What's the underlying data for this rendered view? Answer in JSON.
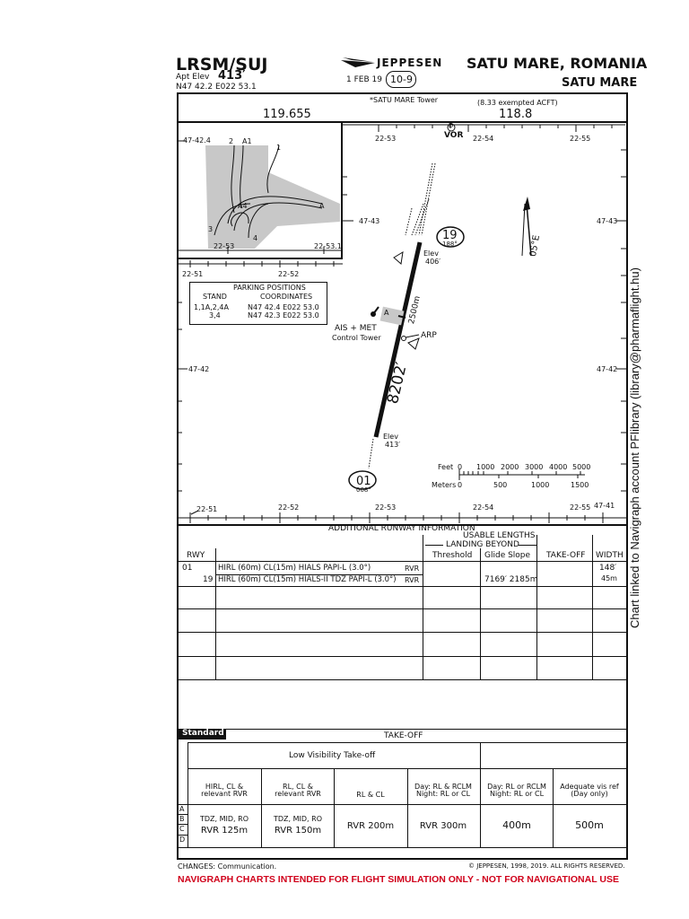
{
  "header": {
    "icao": "LRSM/SUJ",
    "apt_elev_label": "Apt Elev",
    "apt_elev": "413′",
    "coords": "N47 42.2  E022 53.1",
    "publisher": "JEPPESEN",
    "date": "1 FEB 19",
    "chart_no": "10-9",
    "city": "SATU MARE, ROMANIA",
    "airport": "SATU MARE"
  },
  "freq_bar": {
    "left_freq": "119.655",
    "tower_label": "*SATU MARE Tower",
    "exempt_label": "(8.33 exempted ACFT)",
    "tower_freq": "118.8"
  },
  "inset": {
    "lat_label": "47-42.4",
    "lon_left": "22-53",
    "lon_right": "22-53.1",
    "labels": [
      "2",
      "A1",
      "1",
      "A4",
      "A",
      "3",
      "4"
    ]
  },
  "map": {
    "top_lons": [
      "22-53",
      "22-54",
      "22-55"
    ],
    "mid_lons": [
      "22-51",
      "22-52"
    ],
    "bottom_lons": [
      "22-51",
      "22-52",
      "22-53",
      "22-54",
      "22-55",
      "47-41"
    ],
    "lats_right": [
      "47-43",
      "47-42"
    ],
    "lats_left": [
      "47-43",
      "47-42"
    ],
    "vor_label": "VOR",
    "vor_code": "D",
    "var": "05°E",
    "rwy19": "19",
    "rwy19_hdg": "188°",
    "rwy01": "01",
    "rwy01_hdg": "008°",
    "elev19_label": "Elev",
    "elev19": "406′",
    "elev01_label": "Elev",
    "elev01": "413′",
    "length_ft": "8202′",
    "length_m": "2500m",
    "arp": "ARP",
    "apron": "A",
    "ais": "AIS + MET",
    "control_tower": "Control Tower",
    "scale_feet_label": "Feet",
    "scale_feet": [
      "0",
      "1000",
      "2000",
      "3000",
      "4000",
      "5000"
    ],
    "scale_m_label": "Meters",
    "scale_m": [
      "0",
      "500",
      "1000",
      "1500"
    ]
  },
  "parking": {
    "title": "PARKING POSITIONS",
    "col_stand": "STAND",
    "col_coords": "COORDINATES",
    "rows": [
      {
        "stand": "1,1A,2,4A",
        "coords": "N47 42.4   E022 53.0"
      },
      {
        "stand": "3,4",
        "coords": "N47 42.3   E022 53.0"
      }
    ]
  },
  "runway_table": {
    "title": "ADDITIONAL RUNWAY INFORMATION",
    "usable": "USABLE LENGTHS",
    "landing_beyond": "LANDING BEYOND",
    "col_rwy": "RWY",
    "col_threshold": "Threshold",
    "col_glide": "Glide Slope",
    "col_takeoff": "TAKE-OFF",
    "col_width": "WIDTH",
    "rows": [
      {
        "rwy": "01",
        "info": "HIRL (60m) CL(15m) HIALS   PAPI-L (3.0°)",
        "rvr": "RVR",
        "glide": "",
        "width": "148′"
      },
      {
        "rwy": "19",
        "info": "HIRL (60m) CL(15m) HIALS-II  TDZ PAPI-L (3.0°)",
        "rvr": "RVR",
        "glide": "7169′ 2185m",
        "width": "45m"
      }
    ]
  },
  "takeoff": {
    "standard": "Standard",
    "title": "TAKE-OFF",
    "lvto": "Low Visibility Take-off",
    "cols": [
      "HIRL, CL &\nrelevant RVR",
      "RL, CL &\nrelevant RVR",
      "RL & CL",
      "Day: RL & RCLM\nNight: RL or CL",
      "Day: RL or RCLM\nNight: RL or CL",
      "Adequate vis ref\n(Day only)"
    ],
    "letters": [
      "A",
      "B",
      "C",
      "D"
    ],
    "v1_top": "TDZ, MID, RO",
    "v1": "RVR 125m",
    "v2_top": "TDZ, MID, RO",
    "v2": "RVR 150m",
    "v3": "RVR 200m",
    "v4": "RVR 300m",
    "v5": "400m",
    "v6": "500m"
  },
  "footer": {
    "changes": "CHANGES:  Communication.",
    "copyright": "© JEPPESEN, 1998, 2019. ALL RIGHTS RESERVED.",
    "disclaimer": "NAVIGRAPH CHARTS INTENDED FOR FLIGHT SIMULATION ONLY - NOT FOR NAVIGATIONAL USE",
    "side_note": "Chart linked to Navigraph account PFlibrary (library@pharmaflight.hu)"
  },
  "colors": {
    "ink": "#111111",
    "disclaimer": "#d0021b",
    "apron": "#c8c8c8"
  }
}
